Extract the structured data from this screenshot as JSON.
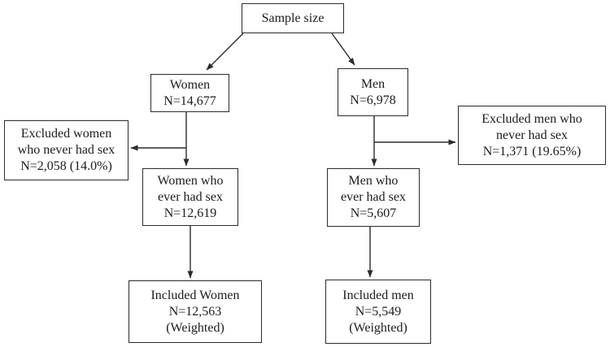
{
  "figure": {
    "type": "flowchart",
    "nodes": {
      "sample_size": {
        "text": "Sample size"
      },
      "women": {
        "text": "Women\nN=14,677"
      },
      "men": {
        "text": "Men\nN=6,978"
      },
      "excluded_women": {
        "text": "Excluded women\nwho never had sex\nN=2,058 (14.0%)"
      },
      "excluded_men": {
        "text": "Excluded men who\nnever had sex\nN=1,371 (19.65%)"
      },
      "women_ever": {
        "text": "Women who\never had sex\nN=12,619"
      },
      "men_ever": {
        "text": "Men who\never had sex\nN=5,607"
      },
      "included_women": {
        "text": "Included Women\nN=12,563\n(Weighted)"
      },
      "included_men": {
        "text": "Included men\nN=5,549\n(Weighted)"
      }
    },
    "edges": [
      {
        "from": "sample_size",
        "to": "women"
      },
      {
        "from": "sample_size",
        "to": "men"
      },
      {
        "from": "women",
        "to": "excluded_women"
      },
      {
        "from": "women",
        "to": "women_ever"
      },
      {
        "from": "men",
        "to": "excluded_men"
      },
      {
        "from": "men",
        "to": "men_ever"
      },
      {
        "from": "women_ever",
        "to": "included_women"
      },
      {
        "from": "men_ever",
        "to": "included_men"
      }
    ],
    "colors": {
      "line": "#2b2b2b",
      "box_border": "#2b2b2b",
      "background": "#ffffff",
      "text": "#1c1c1c"
    }
  }
}
